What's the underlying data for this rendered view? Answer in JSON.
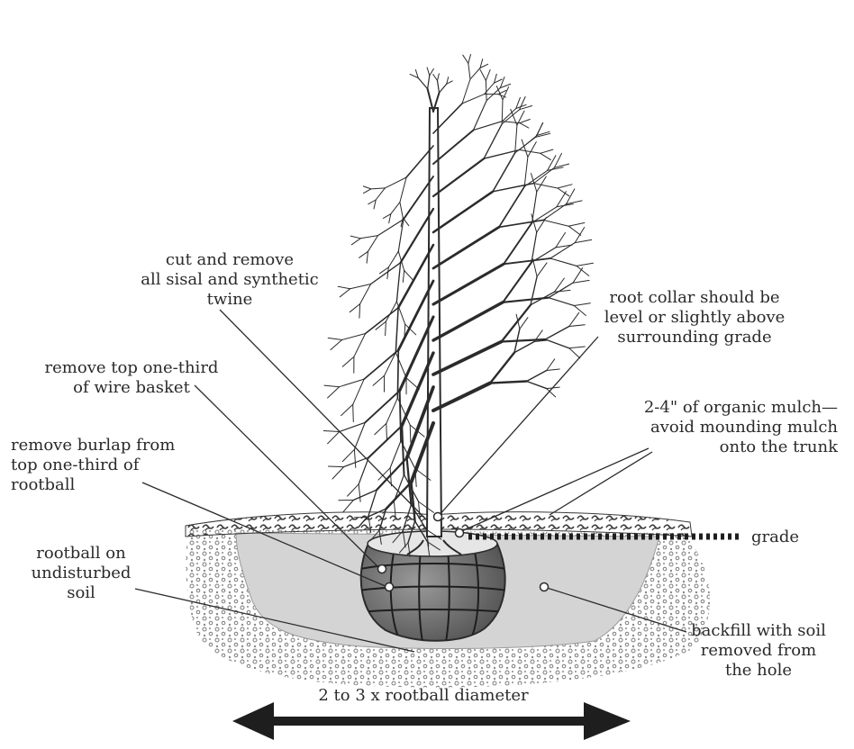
{
  "labels": {
    "cut_twine": [
      "cut and remove",
      "all sisal and synthetic",
      "twine"
    ],
    "wire_basket": [
      "remove top one-third",
      "of wire basket"
    ],
    "burlap": [
      "remove burlap from",
      "top one-third of",
      "rootball"
    ],
    "rootball_soil": [
      "rootball on",
      "undisturbed",
      "soil"
    ],
    "root_collar": [
      "root collar should be",
      "level or slightly above",
      "surrounding grade"
    ],
    "mulch": [
      "2-4\" of organic mulch—",
      "avoid mounding mulch",
      "onto the trunk"
    ],
    "grade": "grade",
    "backfill": [
      "backfill with soil",
      "removed from",
      "the hole"
    ],
    "diameter": "2 to 3 x rootball diameter"
  },
  "colors": {
    "ink": "#2b2b2b",
    "planting_hole": "#d4d4d4",
    "rootball": "#6a6a6a",
    "soil_dots": "#8a8a8a"
  }
}
